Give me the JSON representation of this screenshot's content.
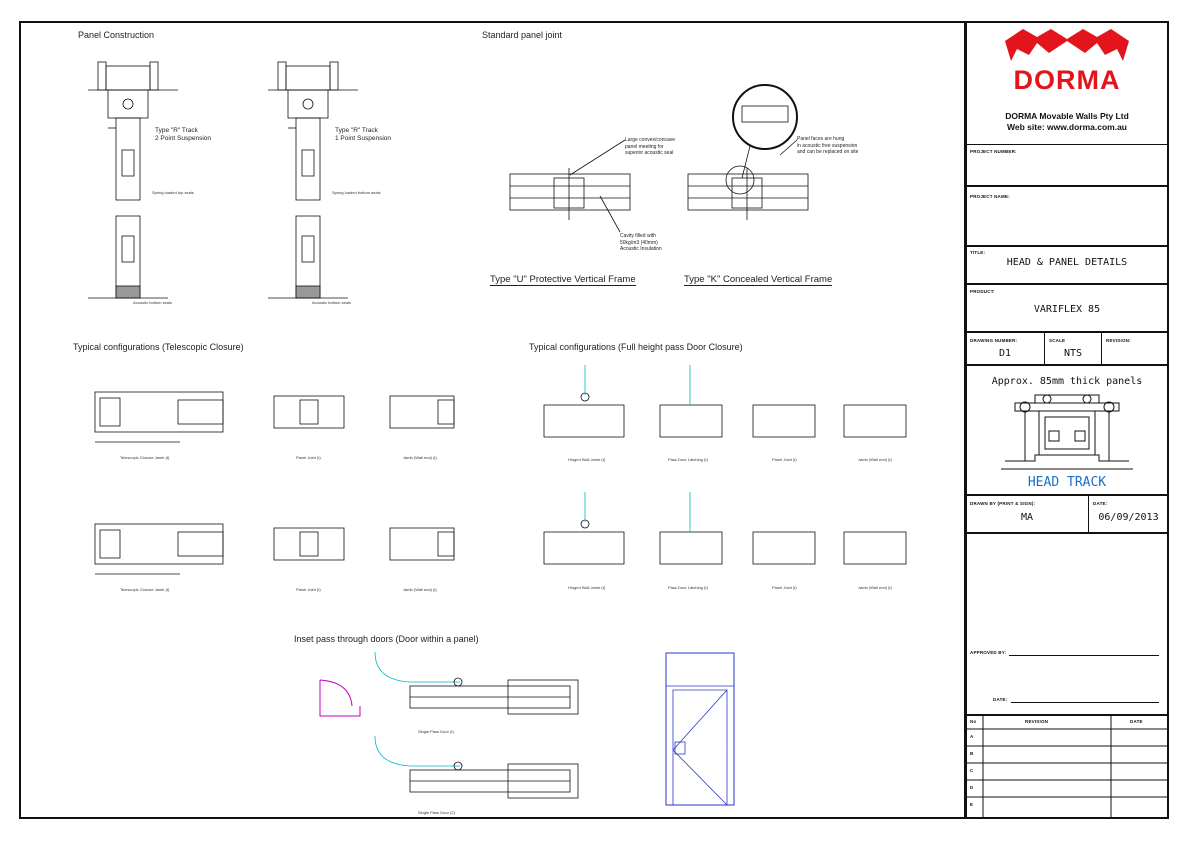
{
  "colors": {
    "brand_red": "#e3141c",
    "line": "#111111",
    "cyan_door": "#00b5c8",
    "magenta_door": "#c000c0",
    "blue_door": "#2a36c9",
    "headtrack_text": "#1a6ec9"
  },
  "sections": {
    "panel_construction": "Panel Construction",
    "standard_panel_joint": "Standard panel joint",
    "typical_telescopic": "Typical configurations (Telescopic Closure)",
    "typical_pass_door": "Typical configurations (Full height pass Door Closure)",
    "inset_pass_doors": "Inset pass through doors (Door within a panel)"
  },
  "panel_construction": {
    "type_r_2": [
      "Type \"R\" Track",
      "2 Point Suspension"
    ],
    "type_r_1": [
      "Type \"R\" Track",
      "1 Point Suspension"
    ],
    "callouts": [
      "Spring loaded top seals",
      "Acoustic bottom seals",
      "Spring loaded bottom seals"
    ]
  },
  "panel_joint": {
    "note_left": [
      "Large convex/concave",
      "panel meeting for",
      "superior acoustic seal"
    ],
    "note_cavity": [
      "Cavity filled with",
      "50kg/m3 (40mm)",
      "Acoustic Insulation"
    ],
    "note_right": [
      "Panel faces are hung",
      "in acoustic free suspension",
      "and can be replaced on site"
    ],
    "frame_u": "Type \"U\" Protective Vertical Frame",
    "frame_k": "Type \"K\" Concealed Vertical Frame"
  },
  "telescopic_captions": [
    "Telescopic Closure Jamb (t)",
    "Panel Joint (t)",
    "Jamb (Wall end) (t)"
  ],
  "passdoor_captions": [
    "Hinged Wall Jamb (t)",
    "Pass Door Latching (t)",
    "Panel Joint (t)",
    "Jamb (Wall end) (t)"
  ],
  "inset_captions": [
    "Single Pass Door (t)",
    "Single Pass Door (2)"
  ],
  "title_block": {
    "company": "DORMA Movable Walls Pty Ltd",
    "website": "Web site: www.dorma.com.au",
    "logo_text": "DORMA",
    "project_number_label": "PROJECT NUMBER:",
    "project_number": "",
    "project_name_label": "PROJECT NAME:",
    "project_name": "",
    "title_label": "TITLE:",
    "title": "HEAD & PANEL DETAILS",
    "product_label": "PRODUCT:",
    "product": "VARIFLEX 85",
    "drawing_number_label": "DRAWING NUMBER:",
    "drawing_number": "D1",
    "scale_label": "SCALE",
    "scale": "NTS",
    "revision_label": "REVISION:",
    "revision": "",
    "panel_note": "Approx. 85mm thick panels",
    "head_track": "HEAD TRACK",
    "drawn_by_label": "DRAWN BY (PRINT & SIGN):",
    "drawn_by": "MA",
    "date_label": "DATE:",
    "date": "06/09/2013",
    "approved_label": "APPROVED BY:",
    "approved_date_label": "DATE:",
    "rev_table": {
      "headers": [
        "No",
        "REVISION",
        "DATE"
      ],
      "rows": [
        "A",
        "B",
        "C",
        "D",
        "E"
      ]
    }
  }
}
